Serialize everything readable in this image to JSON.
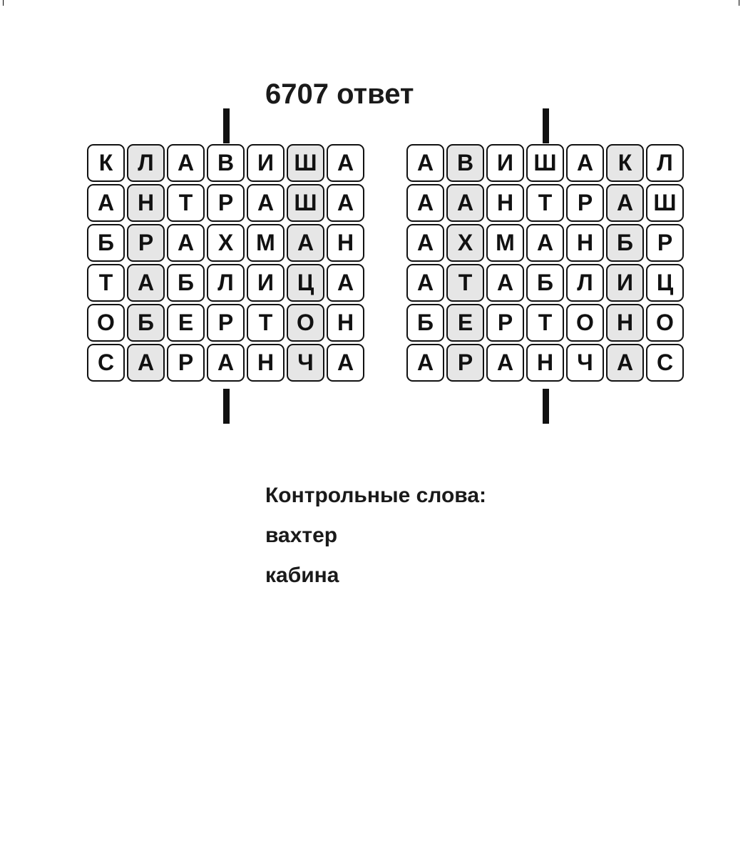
{
  "title": "6707 ответ",
  "left_grid": {
    "rows": [
      [
        "К",
        "Л",
        "А",
        "В",
        "И",
        "Ш",
        "А"
      ],
      [
        "А",
        "Н",
        "Т",
        "Р",
        "А",
        "Ш",
        "А"
      ],
      [
        "Б",
        "Р",
        "А",
        "Х",
        "М",
        "А",
        "Н"
      ],
      [
        "Т",
        "А",
        "Б",
        "Л",
        "И",
        "Ц",
        "А"
      ],
      [
        "О",
        "Б",
        "Е",
        "Р",
        "Т",
        "О",
        "Н"
      ],
      [
        "С",
        "А",
        "Р",
        "А",
        "Н",
        "Ч",
        "А"
      ]
    ],
    "highlighted_columns": [
      1,
      5
    ]
  },
  "right_grid": {
    "rows": [
      [
        "А",
        "В",
        "И",
        "Ш",
        "А",
        "К",
        "Л"
      ],
      [
        "А",
        "А",
        "Н",
        "Т",
        "Р",
        "А",
        "Ш"
      ],
      [
        "А",
        "Х",
        "М",
        "А",
        "Н",
        "Б",
        "Р"
      ],
      [
        "А",
        "Т",
        "А",
        "Б",
        "Л",
        "И",
        "Ц"
      ],
      [
        "Б",
        "Е",
        "Р",
        "Т",
        "О",
        "Н",
        "О"
      ],
      [
        "А",
        "Р",
        "А",
        "Н",
        "Ч",
        "А",
        "С"
      ]
    ],
    "highlighted_columns": [
      1,
      5
    ]
  },
  "control_words": {
    "heading": "Контрольные слова:",
    "words": [
      "вахтер",
      "кабина"
    ]
  }
}
